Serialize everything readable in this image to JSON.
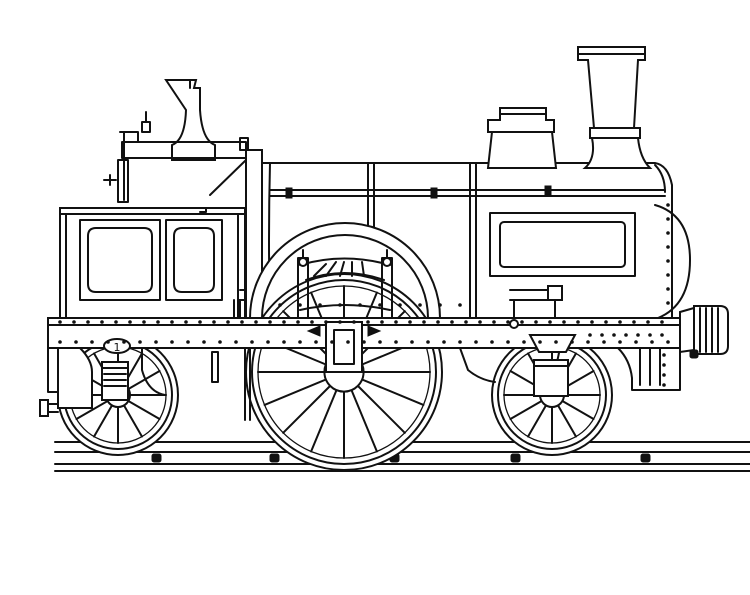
{
  "drawing": {
    "plate_number": "1",
    "colors": {
      "ink": "#111111",
      "paper": "#ffffff"
    },
    "wheels": [
      {
        "name": "rear-carrying-wheel",
        "spokes": 12
      },
      {
        "name": "driving-wheel",
        "spokes": 16
      },
      {
        "name": "front-carrying-wheel",
        "spokes": 12
      }
    ]
  }
}
